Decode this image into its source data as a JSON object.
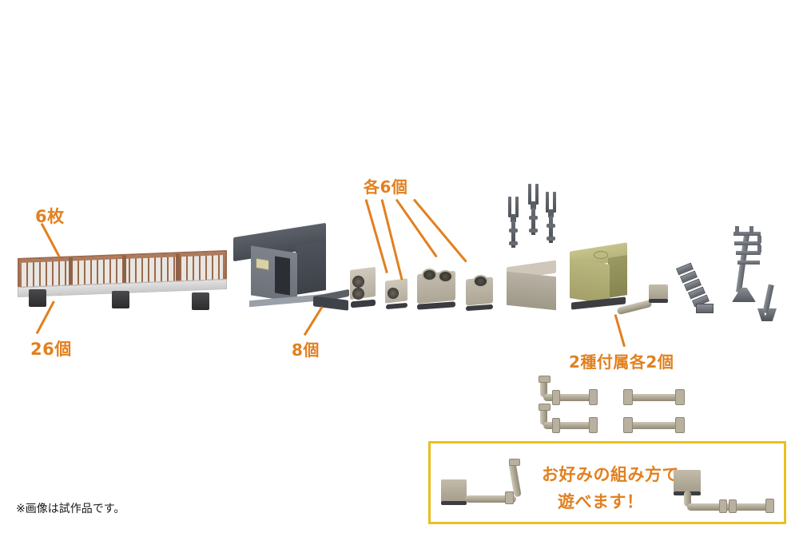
{
  "meta": {
    "background_color": "#ffffff",
    "annotation_color": "#e2801f",
    "box_border_color": "#e9c01f"
  },
  "annotations": [
    {
      "id": "fence-panels",
      "text": "6枚",
      "meaning_en": "6 sheets"
    },
    {
      "id": "fence-footings",
      "text": "26個",
      "meaning_en": "26 pieces"
    },
    {
      "id": "low-box",
      "text": "8個",
      "meaning_en": "8 pieces"
    },
    {
      "id": "ac-and-tanks",
      "text": "各6個",
      "meaning_en": "6 of each"
    },
    {
      "id": "pipe-set",
      "text": "2種付属各2個",
      "meaning_en": "2 types included, 2 of each"
    }
  ],
  "play_box": {
    "line1": "お好みの組み方で",
    "line2": "遊べます！",
    "meaning_en": "You can play with your favorite way of assembling!"
  },
  "disclaimer": {
    "text": "※画像は試作品です。",
    "meaning_en": "※The image shows a prototype."
  },
  "parts": {
    "fence": {
      "name": "guardrail-fence",
      "color": "#a06f50",
      "slat_color": "#e9e6e1"
    },
    "shed": {
      "name": "equipment-shed",
      "color": "#6c717a",
      "roof_color": "#4d5159"
    },
    "low_box": {
      "name": "low-grey-box",
      "color": "#3f4349"
    },
    "ac_units": [
      {
        "name": "ac-condenser-twin-fan",
        "fans": 2,
        "color": "#c4bdb0"
      },
      {
        "name": "ac-condenser-single-fan",
        "fans": 1,
        "color": "#c4bdb0"
      }
    ],
    "tanks": [
      {
        "name": "cooling-tank-twin-vent",
        "vents": 2,
        "color": "#c4bdb0"
      },
      {
        "name": "cooling-tank-single-vent",
        "vents": 1,
        "color": "#c4bdb0"
      }
    ],
    "transformer": {
      "name": "transformer-with-insulators",
      "forks": 3,
      "color": "#b9b2a4"
    },
    "water_tank": {
      "name": "olive-water-tank",
      "color": "#b2b077"
    },
    "pipe_pieces": [
      {
        "name": "elbow-pipe",
        "qty": 2
      },
      {
        "name": "straight-pipe",
        "qty": 2
      }
    ],
    "stairs": {
      "name": "stair-unit",
      "color": "#6f7379"
    },
    "utility_pole": {
      "name": "utility-pole-with-crossarms",
      "color": "#6f7379"
    },
    "hook_part": {
      "name": "forked-hook-part",
      "color": "#6f7379"
    }
  }
}
